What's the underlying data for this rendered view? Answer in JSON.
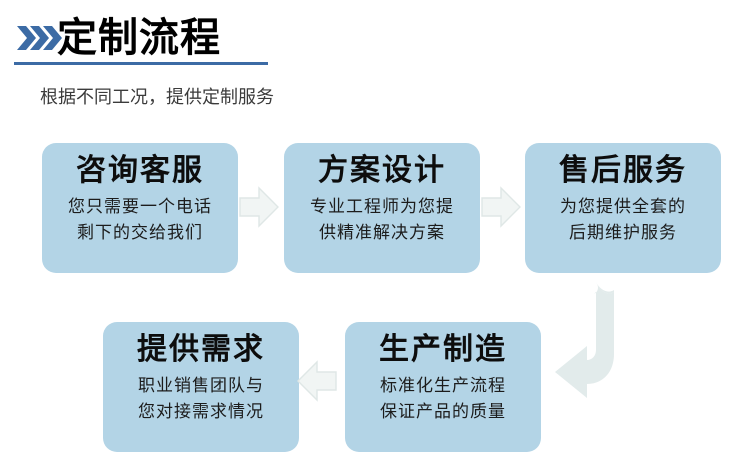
{
  "header": {
    "icon": "triple-chevron-right-icon",
    "title": "定制流程",
    "subtitle": "根据不同工况，提供定制服务",
    "accent_color": "#3c6ba5",
    "underline_color": "#3c6ba5"
  },
  "theme": {
    "box_background": "#b3d4e6",
    "box_title_color": "#0d0d0d",
    "box_text_color": "#1c1c1c",
    "arrow_fill": "#f1f5f4",
    "arrow_stroke": "#dfe7e6",
    "curved_arrow_fill": "#e2ebeb",
    "page_background": "#ffffff"
  },
  "flow": {
    "steps": [
      {
        "id": "step-1",
        "title": "咨询客服",
        "lines": [
          "您只需要一个电话",
          "剩下的交给我们"
        ]
      },
      {
        "id": "step-2",
        "title": "方案设计",
        "lines": [
          "专业工程师为您提",
          "供精准解决方案"
        ]
      },
      {
        "id": "step-3",
        "title": "售后服务",
        "lines": [
          "为您提供全套的",
          "后期维护服务"
        ]
      },
      {
        "id": "step-4",
        "title": "提供需求",
        "lines": [
          "职业销售团队与",
          "您对接需求情况"
        ]
      },
      {
        "id": "step-5",
        "title": "生产制造",
        "lines": [
          "标准化生产流程",
          "保证产品的质量"
        ]
      }
    ],
    "connectors": [
      {
        "id": "connector-1",
        "icon": "arrow-right-icon",
        "from": "step-4",
        "to": "step-5"
      },
      {
        "id": "connector-2",
        "icon": "arrow-right-icon",
        "from": "step-5",
        "to": "step-2"
      },
      {
        "id": "connector-3",
        "icon": "arrow-left-icon",
        "from": "step-2",
        "to": "step-1"
      },
      {
        "id": "connector-4",
        "icon": "arrow-bend-down-left-icon",
        "from": "step-3",
        "to": "step-4"
      }
    ]
  }
}
